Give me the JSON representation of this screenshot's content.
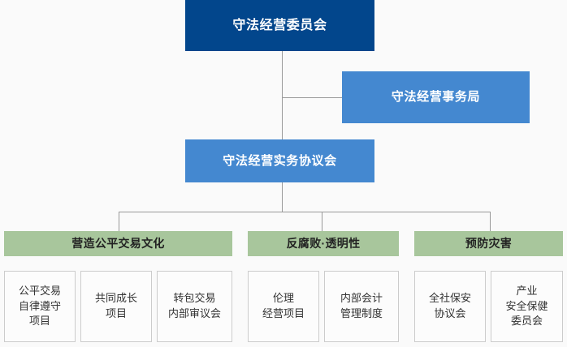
{
  "chart": {
    "title": "守法经营委员会",
    "type": "org-chart",
    "colors": {
      "root": "#02468c",
      "blue": "#4488d0",
      "green": "#a8c69c",
      "leaf_bg": "#fcfcfc",
      "leaf_border": "#cccccc",
      "connector": "#999999",
      "background": "#fafafa"
    },
    "nodes": {
      "root": {
        "label": "守法经营委员会"
      },
      "office": {
        "label": "守法经营事务局"
      },
      "council": {
        "label": "守法经营实务协议会"
      },
      "groups": [
        {
          "header": "营造公平交易文化",
          "items": [
            "公平交易\n自律遵守\n项目",
            "共同成长\n项目",
            "转包交易\n内部审议会"
          ]
        },
        {
          "header": "反腐败·透明性",
          "items": [
            "伦理\n经营项目",
            "内部会计\n管理制度"
          ]
        },
        {
          "header": "预防灾害",
          "items": [
            "全社保安\n协议会",
            "产业\n安全保健\n委员会"
          ]
        }
      ]
    }
  }
}
